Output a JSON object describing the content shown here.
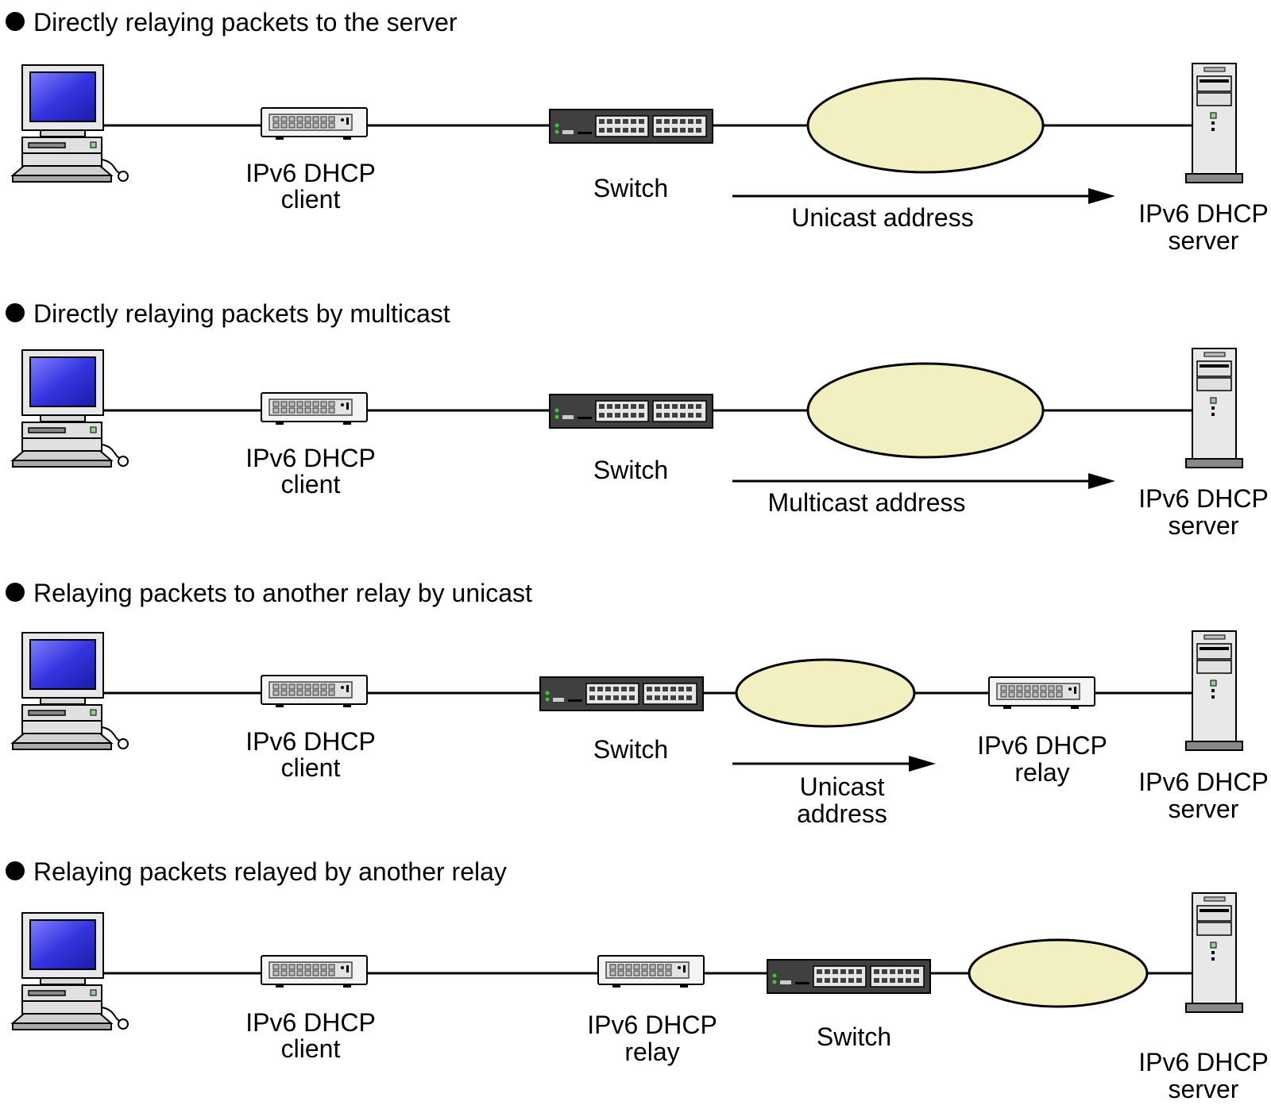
{
  "colors": {
    "line": "#000000",
    "cloud_fill": "#f2f0c0",
    "monitor_screen": "#3f3fe8",
    "hub_body": "#f4f4f4",
    "switch_body": "#404040",
    "server_body": "#e8e8e8"
  },
  "scenarios": [
    {
      "title": "Directly relaying packets to the server",
      "labels": {
        "client": [
          "IPv6 DHCP",
          "client"
        ],
        "switch": [
          "Switch"
        ],
        "arrow": [
          "Unicast address"
        ],
        "server": [
          "IPv6 DHCP",
          "server"
        ]
      }
    },
    {
      "title": "Directly relaying packets by multicast",
      "labels": {
        "client": [
          "IPv6 DHCP",
          "client"
        ],
        "switch": [
          "Switch"
        ],
        "arrow": [
          "Multicast address"
        ],
        "server": [
          "IPv6 DHCP",
          "server"
        ]
      }
    },
    {
      "title": "Relaying packets to another relay by unicast",
      "labels": {
        "client": [
          "IPv6 DHCP",
          "client"
        ],
        "switch": [
          "Switch"
        ],
        "arrow": [
          "Unicast",
          "address"
        ],
        "relay": [
          "IPv6 DHCP",
          "relay"
        ],
        "server": [
          "IPv6 DHCP",
          "server"
        ]
      }
    },
    {
      "title": "Relaying packets relayed by another relay",
      "labels": {
        "client": [
          "IPv6 DHCP",
          "client"
        ],
        "relay": [
          "IPv6 DHCP",
          "relay"
        ],
        "switch": [
          "Switch"
        ],
        "server": [
          "IPv6 DHCP",
          "server"
        ]
      }
    }
  ]
}
